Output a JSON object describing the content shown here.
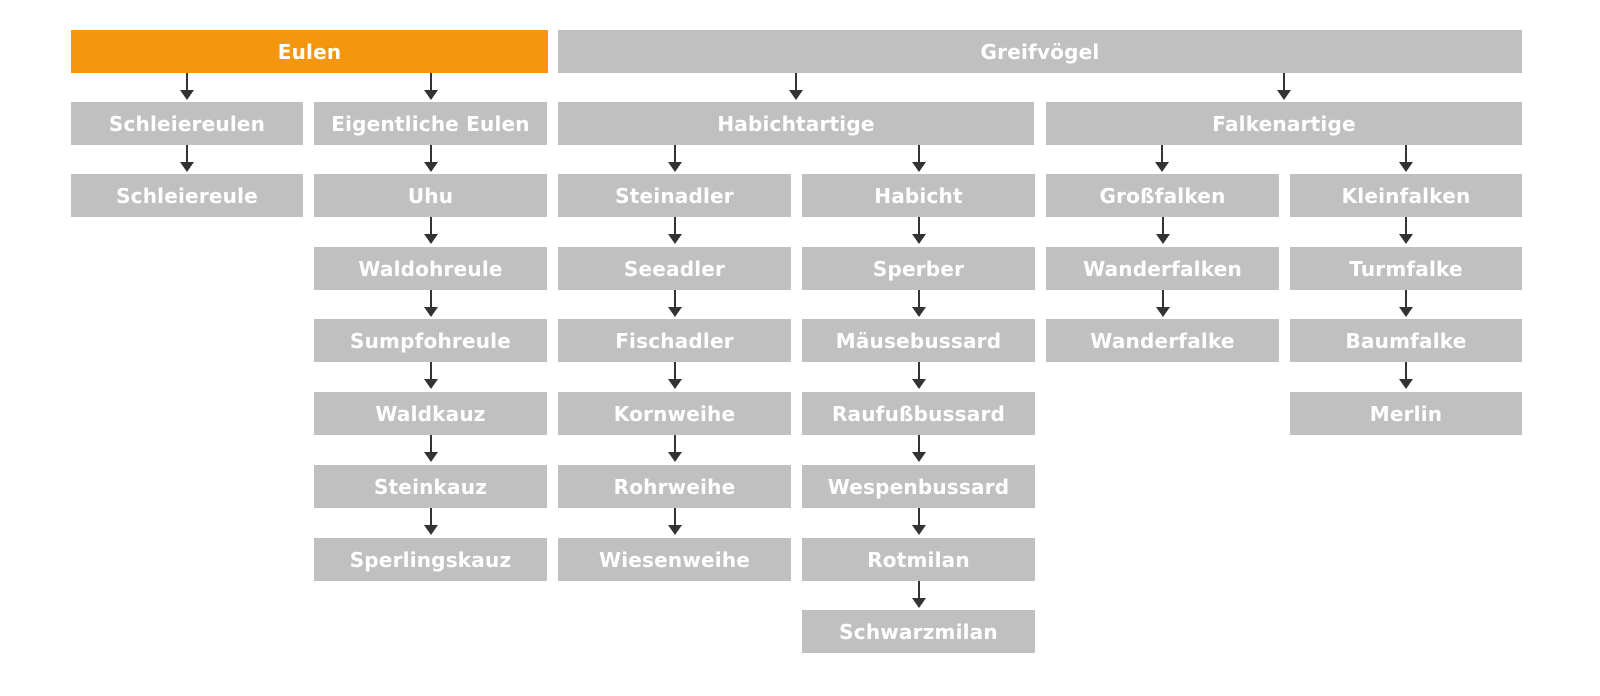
{
  "colors": {
    "accent": "#f5960f",
    "box": "#c0c0c0",
    "text": "#ffffff",
    "arrow": "#333333"
  },
  "top": {
    "eulen": "Eulen",
    "greifvoegel": "Greifvögel"
  },
  "groups": {
    "schleiereulen": "Schleiereulen",
    "eigentliche_eulen": "Eigentliche Eulen",
    "habichtartige": "Habichtartige",
    "falkenartige": "Falkenartige"
  },
  "columns": {
    "schleiereulen": [
      "Schleiereule"
    ],
    "eigentliche_eulen": [
      "Uhu",
      "Waldohreule",
      "Sumpfohreule",
      "Waldkauz",
      "Steinkauz",
      "Sperlingskauz"
    ],
    "steinadler": [
      "Steinadler",
      "Seeadler",
      "Fischadler",
      "Kornweihe",
      "Rohrweihe",
      "Wiesenweihe"
    ],
    "habicht": [
      "Habicht",
      "Sperber",
      "Mäusebussard",
      "Raufußbussard",
      "Wespenbussard",
      "Rotmilan",
      "Schwarzmilan"
    ],
    "grossfalken": [
      "Großfalken",
      "Wanderfalken",
      "Wanderfalke"
    ],
    "kleinfalken": [
      "Kleinfalken",
      "Turmfalke",
      "Baumfalke",
      "Merlin"
    ]
  }
}
